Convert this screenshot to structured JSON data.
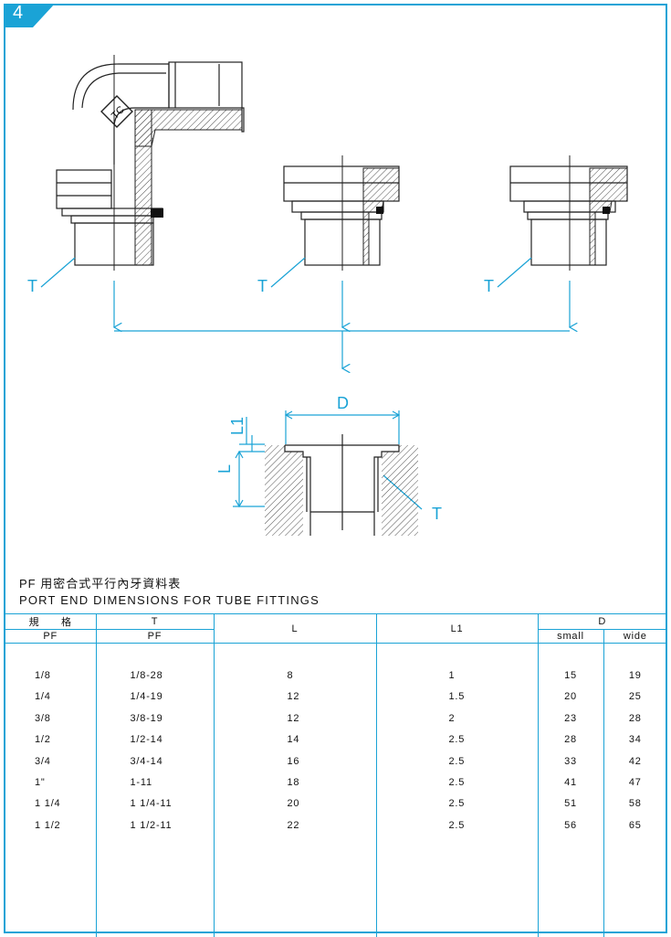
{
  "page": {
    "tab_number": "4"
  },
  "drawing": {
    "labels": {
      "thread": "T",
      "diameter": "D",
      "length": "L",
      "length1": "L1"
    },
    "logo_text": "TC"
  },
  "titles": {
    "chinese": "PF 用密合式平行內牙資料表",
    "english": "PORT END DIMENSIONS FOR TUBE FITTINGS"
  },
  "table": {
    "headers": {
      "spec_zh": "規　　格",
      "spec_sub": "PF",
      "t": "T",
      "t_sub": "PF",
      "l": "L",
      "l1": "L1",
      "d": "D",
      "d_small": "small",
      "d_wide": "wide"
    },
    "rows": [
      {
        "spec": "1/8",
        "t": "1/8-28",
        "l": "8",
        "l1": "1",
        "small": "15",
        "wide": "19"
      },
      {
        "spec": "1/4",
        "t": "1/4-19",
        "l": "12",
        "l1": "1.5",
        "small": "20",
        "wide": "25"
      },
      {
        "spec": "3/8",
        "t": "3/8-19",
        "l": "12",
        "l1": "2",
        "small": "23",
        "wide": "28"
      },
      {
        "spec": "1/2",
        "t": "1/2-14",
        "l": "14",
        "l1": "2.5",
        "small": "28",
        "wide": "34"
      },
      {
        "spec": "3/4",
        "t": "3/4-14",
        "l": "16",
        "l1": "2.5",
        "small": "33",
        "wide": "42"
      },
      {
        "spec": "1\"",
        "t": "1-11",
        "l": "18",
        "l1": "2.5",
        "small": "41",
        "wide": "47"
      },
      {
        "spec": "1 1/4",
        "t": "1 1/4-11",
        "l": "20",
        "l1": "2.5",
        "small": "51",
        "wide": "58"
      },
      {
        "spec": "1 1/2",
        "t": "1 1/2-11",
        "l": "22",
        "l1": "2.5",
        "small": "56",
        "wide": "65"
      }
    ]
  },
  "colors": {
    "accent": "#1aa3d6",
    "ink": "#111111"
  }
}
